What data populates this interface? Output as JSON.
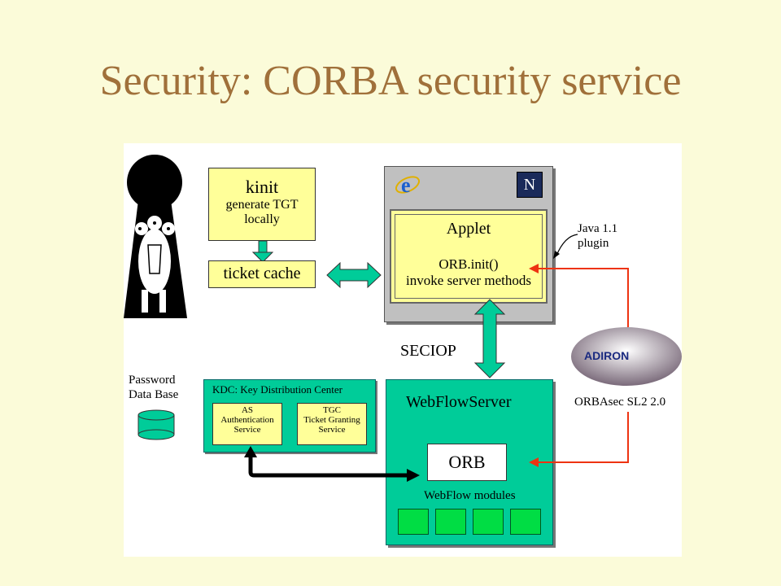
{
  "title": "Security: CORBA security service",
  "kinit": {
    "heading": "kinit",
    "line1": "generate TGT",
    "line2": "locally"
  },
  "ticket_cache": "ticket cache",
  "applet": {
    "heading": "Applet",
    "line1": "ORB.init()",
    "line2": "invoke server methods"
  },
  "java_plugin": {
    "line1": "Java 1.1",
    "line2": "plugin"
  },
  "seciop": "SECIOP",
  "password_db": {
    "line1": "Password",
    "line2": "Data Base"
  },
  "kdc": {
    "title": "KDC: Key Distribution Center",
    "as": {
      "line1": "AS",
      "line2": "Authentication",
      "line3": "Service"
    },
    "tgc": {
      "line1": "TGC",
      "line2": "Ticket Granting",
      "line3": "Service"
    }
  },
  "webflow_server": "WebFlowServer",
  "orb": "ORB",
  "webflow_modules": "WebFlow modules",
  "orbasec_label": "ORBAsec SL2 2.0",
  "adiron_logo_text": "ADIRON",
  "netscape_logo_text": "N",
  "ie_logo_text": "e",
  "colors": {
    "title": "#a0703a",
    "background": "#fbfbd9",
    "server": "#00cc99",
    "arrow_red": "#ee3311"
  }
}
